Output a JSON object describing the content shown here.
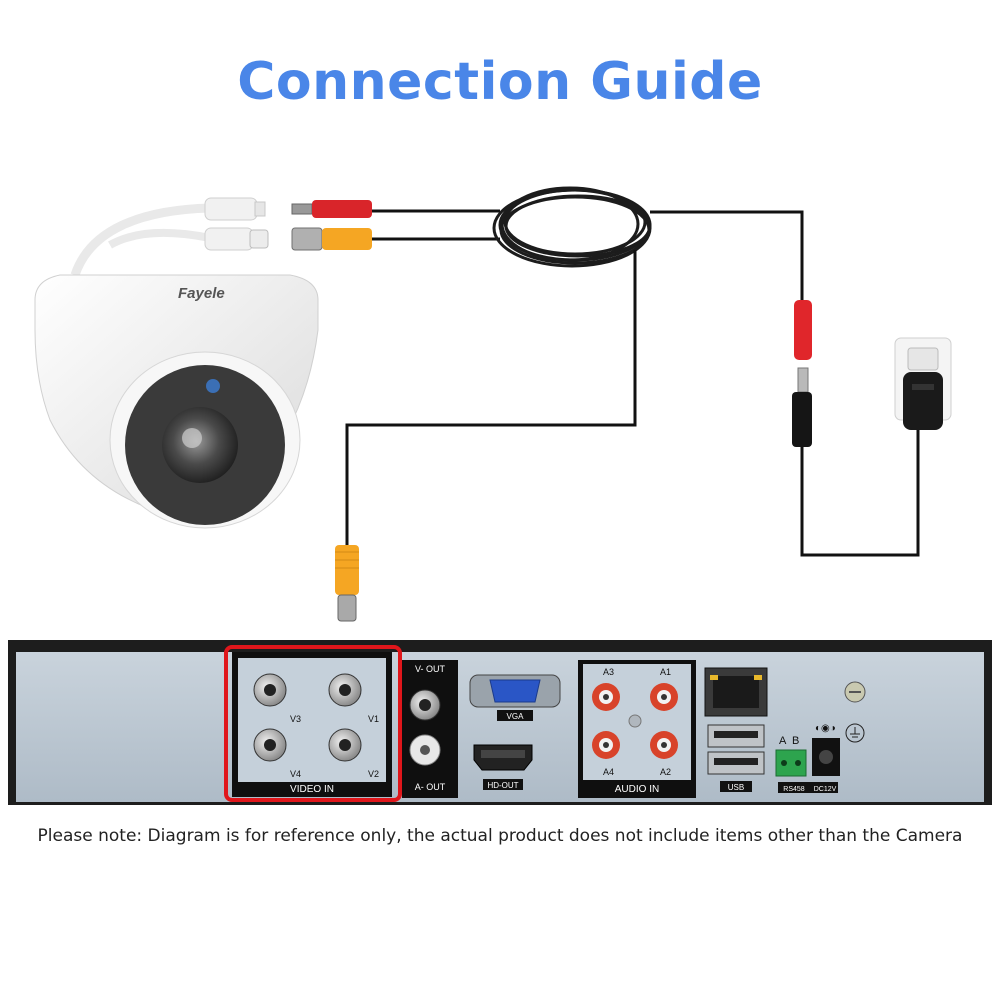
{
  "title": "Connection Guide",
  "camera": {
    "brand": "Fayele"
  },
  "dvr": {
    "video_in_ports": [
      "V3",
      "V1",
      "V4",
      "V2"
    ],
    "video_in_label": "VIDEO IN",
    "v_out_label": "V- OUT",
    "a_out_label": "A- OUT",
    "vga_label": "VGA",
    "hd_out_label": "HD-OUT",
    "audio_in_ports": [
      "A3",
      "A1",
      "A4",
      "A2"
    ],
    "audio_in_label": "AUDIO IN",
    "usb_label": "USB",
    "rs485_pins": [
      "A",
      "B"
    ],
    "rs485_label": "RS458",
    "dc_label": "DC12V"
  },
  "highlight_color": "#e0161b",
  "note": "Please note: Diagram is for reference only, the actual product does not include items other than the Camera"
}
